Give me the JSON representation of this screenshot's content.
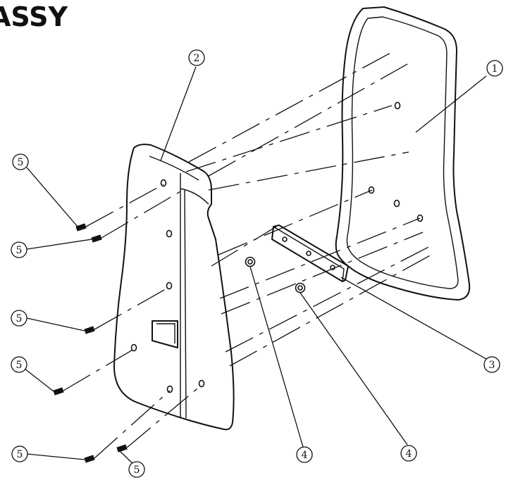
{
  "title": "ASSY",
  "callouts": {
    "c1": "1",
    "c2": "2",
    "c3": "3",
    "c4a": "4",
    "c4b": "4",
    "c5a": "5",
    "c5b": "5",
    "c5c": "5",
    "c5d": "5",
    "c5e": "5",
    "c5f": "5"
  }
}
